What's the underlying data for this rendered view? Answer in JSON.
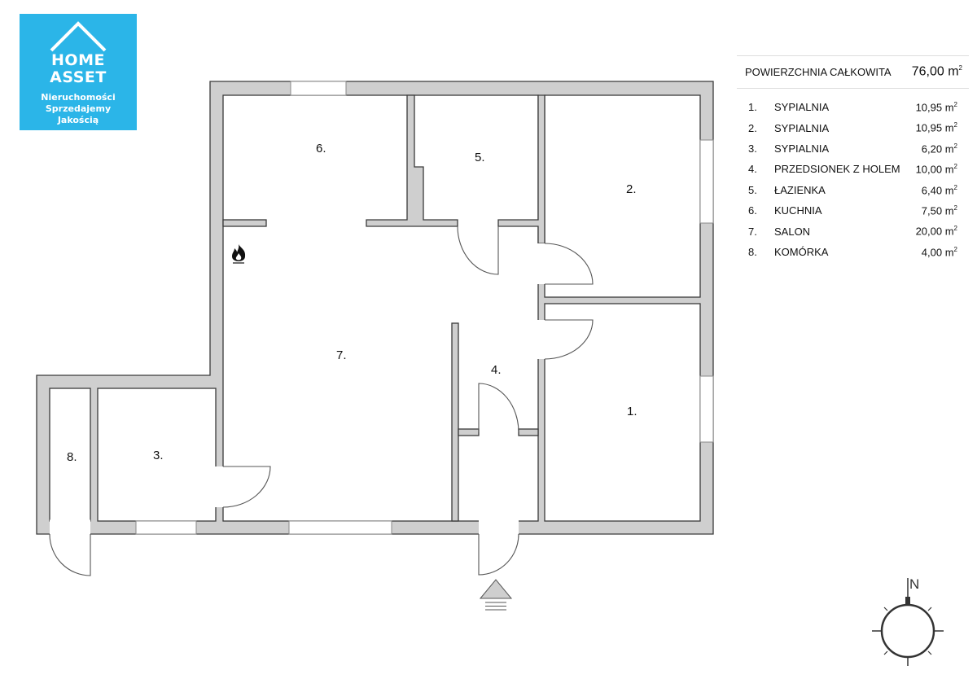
{
  "logo": {
    "line1": "HOME",
    "line2": "ASSET",
    "tagline": [
      "Nieruchomości",
      "Sprzedajemy",
      "Jakością"
    ],
    "color": "#2bb5e8"
  },
  "plan": {
    "rooms": [
      {
        "label": "1."
      },
      {
        "label": "2."
      },
      {
        "label": "3."
      },
      {
        "label": "4."
      },
      {
        "label": "5."
      },
      {
        "label": "6."
      },
      {
        "label": "7."
      },
      {
        "label": "8."
      }
    ],
    "wall_color": "#cfcfcf",
    "icons": [
      "flame-icon",
      "entrance-arrow-icon",
      "compass-icon"
    ],
    "compass_label": "N"
  },
  "areas": {
    "total_label": "POWIERZCHNIA CAŁKOWITA",
    "total_value": "76,00 m",
    "unit_sup": "2",
    "rows": [
      {
        "num": "1.",
        "name": "SYPIALNIA",
        "area": "10,95 m"
      },
      {
        "num": "2.",
        "name": "SYPIALNIA",
        "area": "10,95 m"
      },
      {
        "num": "3.",
        "name": "SYPIALNIA",
        "area": "6,20 m"
      },
      {
        "num": "4.",
        "name": "PRZEDSIONEK Z HOLEM",
        "area": "10,00 m"
      },
      {
        "num": "5.",
        "name": "ŁAZIENKA",
        "area": "6,40 m"
      },
      {
        "num": "6.",
        "name": "KUCHNIA",
        "area": "7,50 m"
      },
      {
        "num": "7.",
        "name": "SALON",
        "area": "20,00 m"
      },
      {
        "num": "8.",
        "name": "KOMÓRKA",
        "area": "4,00 m"
      }
    ]
  }
}
